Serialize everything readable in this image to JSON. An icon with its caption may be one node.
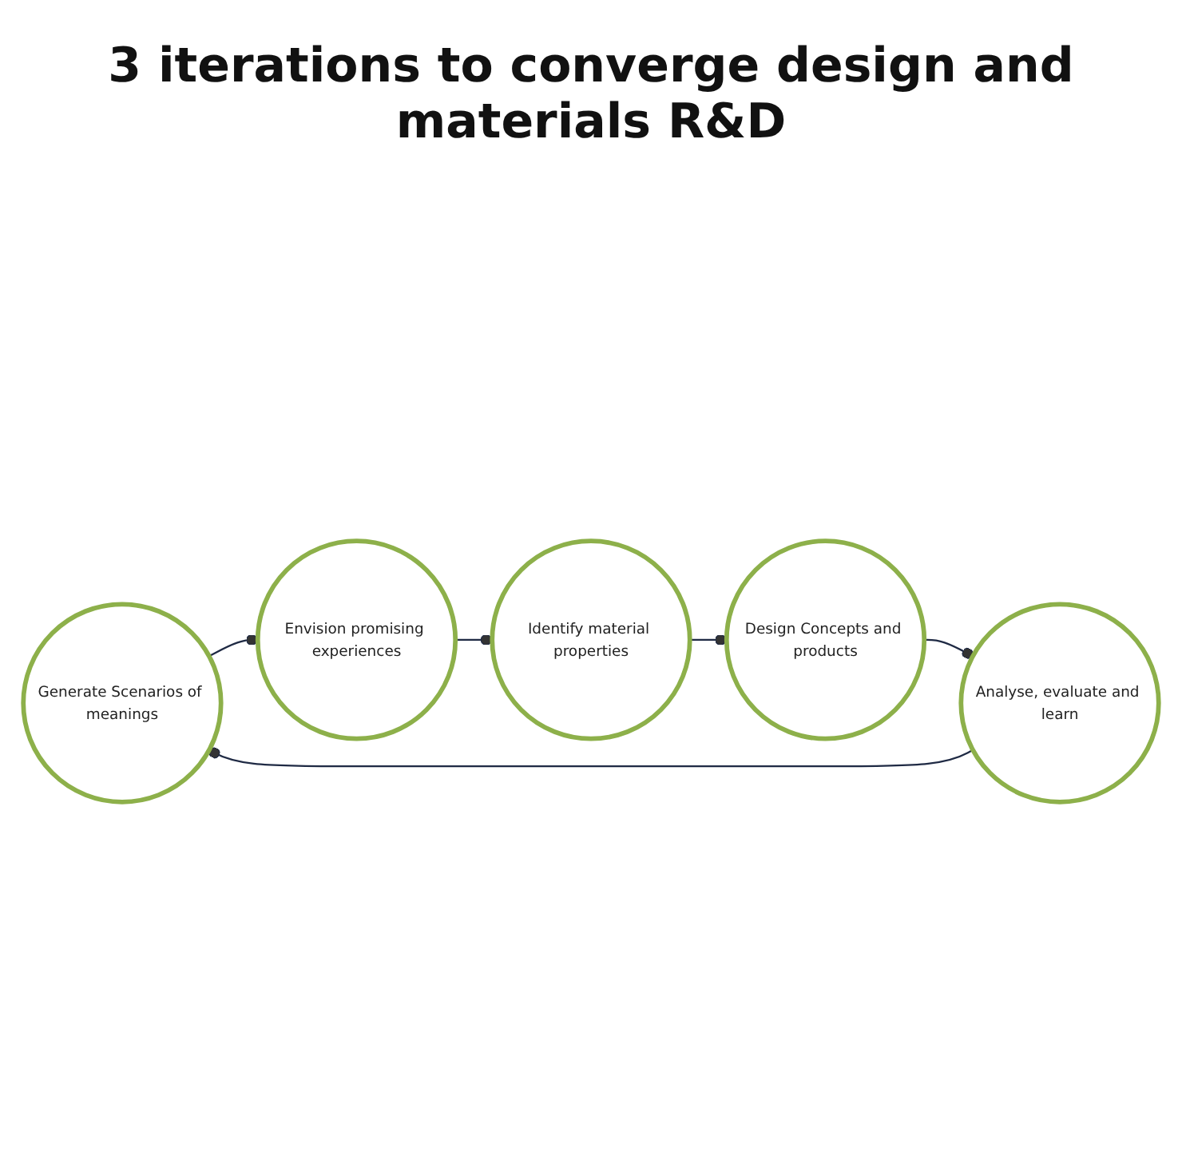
{
  "diagram": {
    "title": "3 iterations to converge design and materials R&D",
    "nodes": [
      {
        "text": [
          "Generate Scenarios of meanings"
        ]
      },
      {
        "text": [
          "Envision promising experiences"
        ]
      },
      {
        "text": [
          "Identify material properties"
        ]
      },
      {
        "text": [
          "Design Concepts and products"
        ]
      },
      {
        "text": [
          "Analyse, evaluate and learn"
        ]
      }
    ],
    "edges": [
      {
        "from": 0,
        "to": 1,
        "arrow": "other"
      },
      {
        "from": 1,
        "to": 2,
        "arrow": "other"
      },
      {
        "from": 2,
        "to": 3,
        "arrow": "other"
      },
      {
        "from": 3,
        "to": 4,
        "arrow": "other"
      },
      {
        "from": 4,
        "to": 0,
        "arrow": "other"
      }
    ]
  }
}
